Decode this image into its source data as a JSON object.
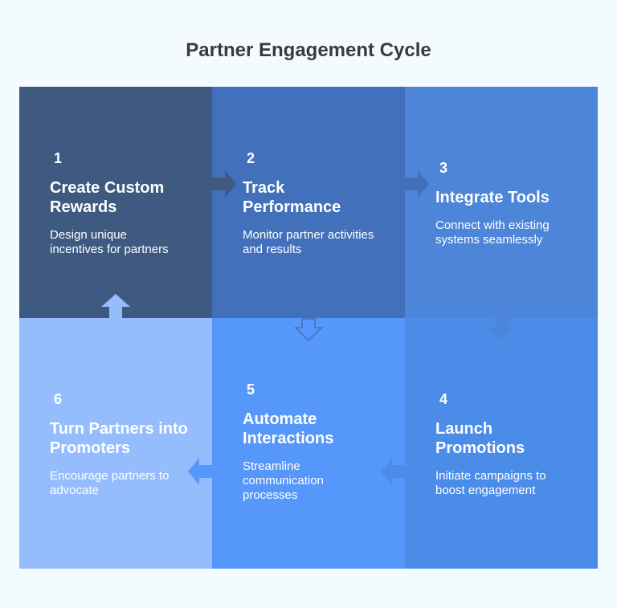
{
  "title": "Partner Engagement Cycle",
  "colors": {
    "background": "#f4fbff",
    "step1": "#3e5a80",
    "step2": "#4270bb",
    "step3": "#4d85d8",
    "step4": "#4b8ce8",
    "step5": "#5597fa",
    "step6": "#95bdfd"
  },
  "steps": [
    {
      "number": "1",
      "heading_line1": "Create Custom",
      "heading_line2": "Rewards",
      "desc_line1": "Design unique",
      "desc_line2": "incentives for partners",
      "desc_line3": ""
    },
    {
      "number": "2",
      "heading_line1": "Track",
      "heading_line2": "Performance",
      "desc_line1": "Monitor partner activities",
      "desc_line2": "and results",
      "desc_line3": ""
    },
    {
      "number": "3",
      "heading_line1": "Integrate Tools",
      "heading_line2": "",
      "desc_line1": "Connect with existing",
      "desc_line2": "systems seamlessly",
      "desc_line3": ""
    },
    {
      "number": "4",
      "heading_line1": "Launch",
      "heading_line2": "Promotions",
      "desc_line1": "Initiate campaigns to",
      "desc_line2": "boost engagement",
      "desc_line3": ""
    },
    {
      "number": "5",
      "heading_line1": "Automate",
      "heading_line2": "Interactions",
      "desc_line1": "Streamline",
      "desc_line2": "communication",
      "desc_line3": "processes"
    },
    {
      "number": "6",
      "heading_line1": "Turn Partners into",
      "heading_line2": "Promoters",
      "desc_line1": "Encourage partners to",
      "desc_line2": "advocate",
      "desc_line3": ""
    }
  ],
  "arrows": [
    {
      "from": "1",
      "to": "2",
      "icon": "arrow-right-icon"
    },
    {
      "from": "2",
      "to": "3",
      "icon": "arrow-right-icon"
    },
    {
      "from": "3",
      "to": "4",
      "icon": "arrow-down-icon"
    },
    {
      "from": "4",
      "to": "5",
      "icon": "arrow-left-icon"
    },
    {
      "from": "5",
      "to": "6",
      "icon": "arrow-left-icon"
    },
    {
      "from": "6",
      "to": "1",
      "icon": "arrow-up-icon"
    }
  ]
}
